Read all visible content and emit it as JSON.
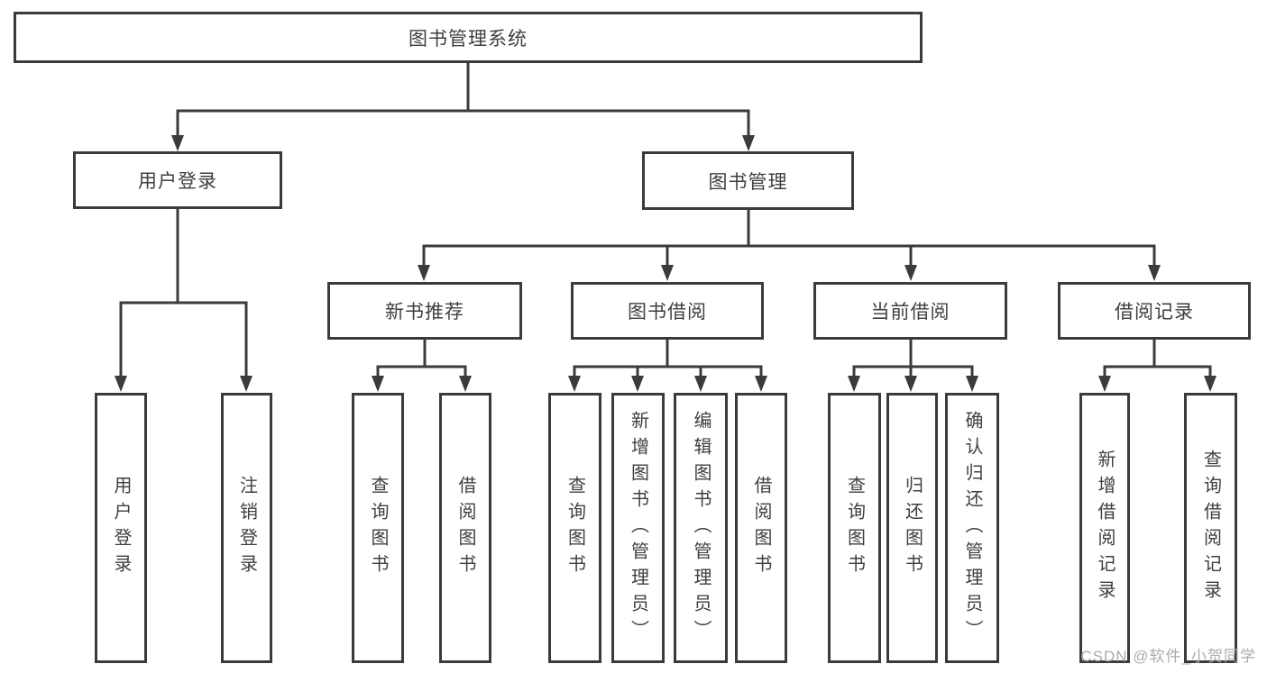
{
  "root": {
    "label": "图书管理系统",
    "children": [
      {
        "label": "用户登录",
        "children": [
          {
            "label": "用户登录"
          },
          {
            "label": "注销登录"
          }
        ]
      },
      {
        "label": "图书管理",
        "children": [
          {
            "label": "新书推荐",
            "children": [
              {
                "label": "查询图书"
              },
              {
                "label": "借阅图书"
              }
            ]
          },
          {
            "label": "图书借阅",
            "children": [
              {
                "label": "查询图书"
              },
              {
                "label": "新增图书（管理员）"
              },
              {
                "label": "编辑图书（管理员）"
              },
              {
                "label": "借阅图书"
              }
            ]
          },
          {
            "label": "当前借阅",
            "children": [
              {
                "label": "查询图书"
              },
              {
                "label": "归还图书"
              },
              {
                "label": "确认归还（管理员）"
              }
            ]
          },
          {
            "label": "借阅记录",
            "children": [
              {
                "label": "新增借阅记录"
              },
              {
                "label": "查询借阅记录"
              }
            ]
          }
        ]
      }
    ]
  },
  "watermark": "CSDN @软件_小贺同学",
  "colors": {
    "line": "#3b3b3b",
    "text": "#3f3f3f",
    "watermark": "#ababab",
    "background": "#ffffff"
  }
}
